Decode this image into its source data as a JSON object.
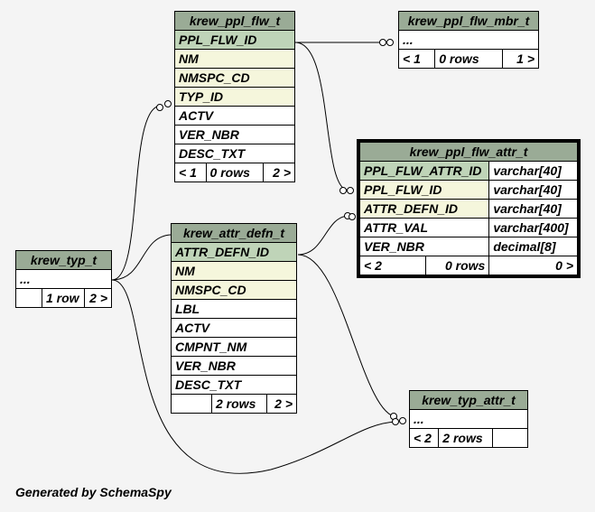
{
  "tables": {
    "ppl_flw": {
      "name": "krew_ppl_flw_t",
      "columns": [
        "PPL_FLW_ID",
        "NM",
        "NMSPC_CD",
        "TYP_ID",
        "ACTV",
        "VER_NBR",
        "DESC_TXT"
      ],
      "footer": [
        "< 1",
        "0 rows",
        "2 >"
      ]
    },
    "ppl_flw_mbr": {
      "name": "krew_ppl_flw_mbr_t",
      "columns": [
        "..."
      ],
      "footer": [
        "< 1",
        "0 rows",
        "1 >"
      ]
    },
    "ppl_flw_attr": {
      "name": "krew_ppl_flw_attr_t",
      "columns": [
        {
          "name": "PPL_FLW_ATTR_ID",
          "type": "varchar[40]"
        },
        {
          "name": "PPL_FLW_ID",
          "type": "varchar[40]"
        },
        {
          "name": "ATTR_DEFN_ID",
          "type": "varchar[40]"
        },
        {
          "name": "ATTR_VAL",
          "type": "varchar[400]"
        },
        {
          "name": "VER_NBR",
          "type": "decimal[8]"
        }
      ],
      "footer": [
        "< 2",
        "0 rows",
        "0 >"
      ]
    },
    "attr_defn": {
      "name": "krew_attr_defn_t",
      "columns": [
        "ATTR_DEFN_ID",
        "NM",
        "NMSPC_CD",
        "LBL",
        "ACTV",
        "CMPNT_NM",
        "VER_NBR",
        "DESC_TXT"
      ],
      "footer": [
        "",
        "2 rows",
        "2 >"
      ]
    },
    "typ": {
      "name": "krew_typ_t",
      "columns": [
        "..."
      ],
      "footer": [
        "",
        "1 row",
        "2 >"
      ]
    },
    "typ_attr": {
      "name": "krew_typ_attr_t",
      "columns": [
        "..."
      ],
      "footer": [
        "< 2",
        "2 rows",
        ""
      ]
    }
  },
  "generated_by": "Generated by SchemaSpy",
  "colors": {
    "header": "#9aab96",
    "primary_key": "#bfd4b8",
    "indexed": "#f5f6dc",
    "background": "#f4f4f4"
  }
}
